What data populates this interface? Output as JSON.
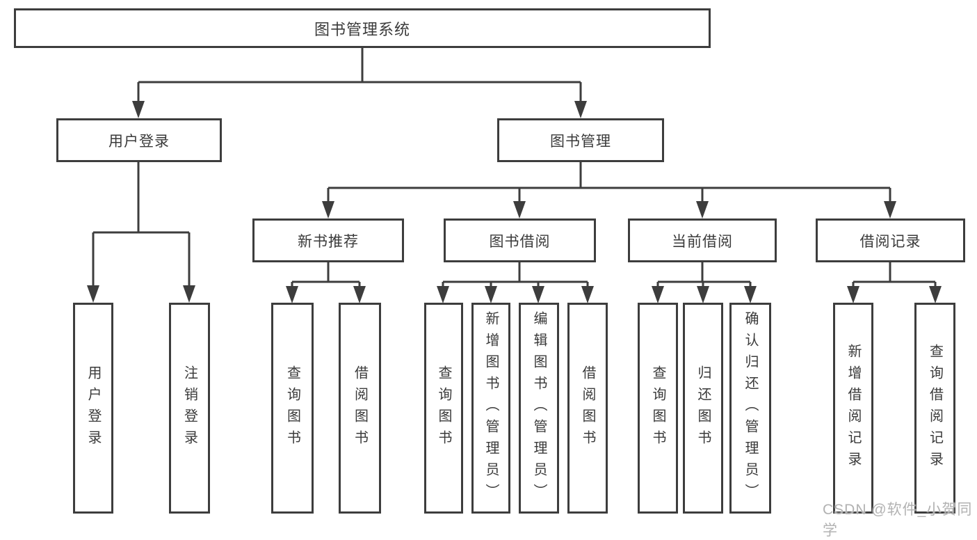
{
  "colors": {
    "line": "#3d3d3d",
    "text": "#3a3a3a",
    "watermark": "#b2b2b2",
    "background": "#ffffff"
  },
  "watermark": {
    "text": "CSDN @软件_小贺同学"
  },
  "tree": {
    "label": "图书管理系统",
    "children": [
      {
        "label": "用户登录",
        "children": [
          {
            "label": "用户登录"
          },
          {
            "label": "注销登录"
          }
        ]
      },
      {
        "label": "图书管理",
        "children": [
          {
            "label": "新书推荐",
            "children": [
              {
                "label": "查询图书"
              },
              {
                "label": "借阅图书"
              }
            ]
          },
          {
            "label": "图书借阅",
            "children": [
              {
                "label": "查询图书"
              },
              {
                "label": "新增图书（管理员）"
              },
              {
                "label": "编辑图书（管理员）"
              },
              {
                "label": "借阅图书"
              }
            ]
          },
          {
            "label": "当前借阅",
            "children": [
              {
                "label": "查询图书"
              },
              {
                "label": "归还图书"
              },
              {
                "label": "确认归还（管理员）"
              }
            ]
          },
          {
            "label": "借阅记录",
            "children": [
              {
                "label": "新增借阅记录"
              },
              {
                "label": "查询借阅记录"
              }
            ]
          }
        ]
      }
    ]
  }
}
